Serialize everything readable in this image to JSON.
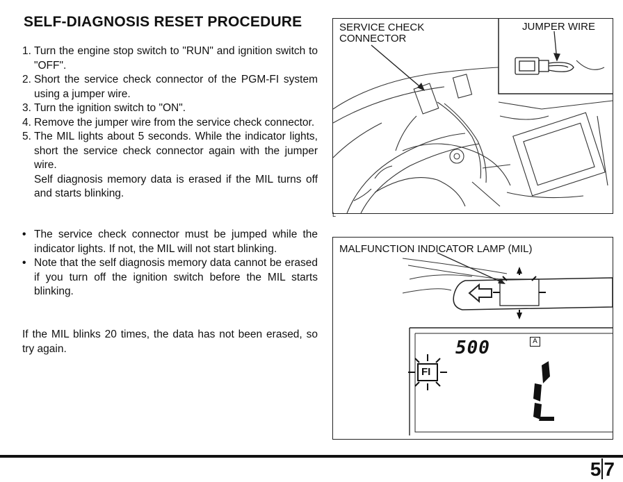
{
  "title": "SELF-DIAGNOSIS RESET PROCEDURE",
  "steps": [
    {
      "num": "1.",
      "verb": "Turn",
      "text": " the engine stop switch to \"RUN\" and ignition switch to \"OFF\"."
    },
    {
      "num": "2.",
      "verb": "Short",
      "text": " the service check connector of the PGM-FI system using a jumper wire."
    },
    {
      "num": "3.",
      "verb": "Turn",
      "text": " the ignition switch to \"ON\"."
    },
    {
      "num": "4.",
      "verb": "Remove",
      "text": " the jumper wire from the service check connector."
    },
    {
      "num": "5.",
      "verb": "The",
      "text": " MIL lights about 5 seconds. While the indicator lights, short the service check connector again with the jumper wire."
    }
  ],
  "step5_note": "Self diagnosis memory data is erased if the MIL turns off and starts blinking.",
  "notes": [
    {
      "bullet": "•",
      "text": "The service check connector must be jumped while the indicator lights. If not, the MIL will not start blinking."
    },
    {
      "bullet": "•",
      "text": "Note that the self diagnosis memory data cannot be erased if you turn off the ignition switch before the MIL starts blinking."
    }
  ],
  "closing": "If the MIL blinks 20 times, the data has not been erased, so try again.",
  "figure1": {
    "label_connector_line1": "SERVICE CHECK",
    "label_connector_line2": "CONNECTOR",
    "label_jumper": "JUMPER WIRE",
    "corner_mark": "L"
  },
  "figure2": {
    "label_mil": "MALFUNCTION INDICATOR LAMP (MIL)",
    "speed_readout": "500",
    "fi_label": "FI",
    "mode_badge": "A"
  },
  "page": {
    "chapter": "5",
    "number": "7"
  }
}
